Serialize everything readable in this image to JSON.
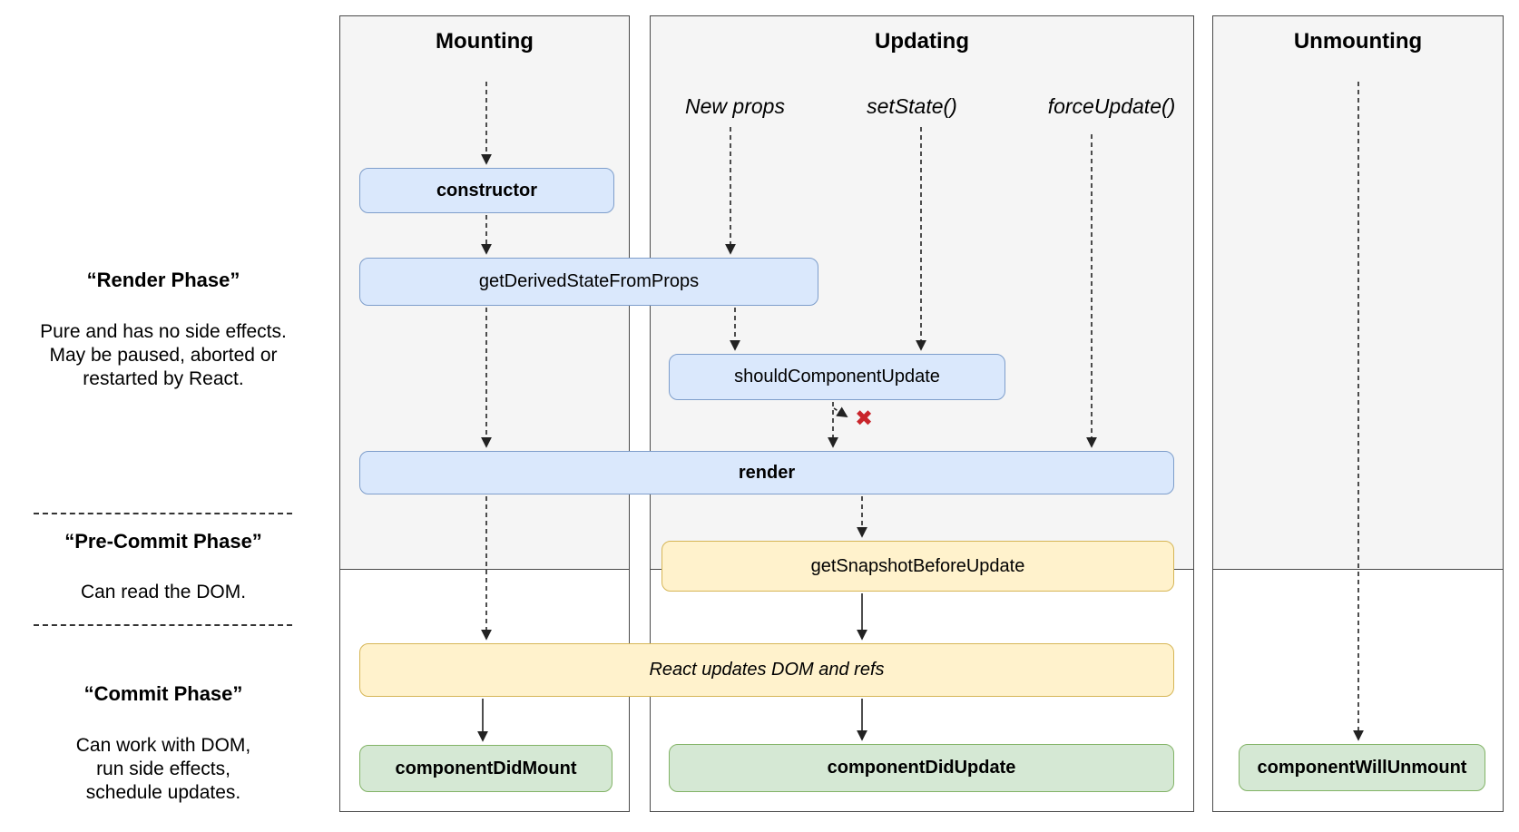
{
  "sidebar": {
    "render_phase": {
      "heading": "“Render Phase”",
      "line1": "Pure and has no side effects.",
      "line2": "May be paused, aborted or",
      "line3": "restarted by React."
    },
    "pre_commit_phase": {
      "heading": "“Pre-Commit Phase”",
      "line1": "Can read the DOM."
    },
    "commit_phase": {
      "heading": "“Commit Phase”",
      "line1": "Can work with DOM,",
      "line2": "run side effects,",
      "line3": "schedule updates."
    }
  },
  "columns": {
    "mounting": {
      "title": "Mounting"
    },
    "updating": {
      "title": "Updating",
      "triggers": {
        "new_props": "New props",
        "set_state": "setState()",
        "force_update": "forceUpdate()"
      }
    },
    "unmounting": {
      "title": "Unmounting"
    }
  },
  "nodes": {
    "constructor": {
      "label": "constructor"
    },
    "get_derived": {
      "label": "getDerivedStateFromProps"
    },
    "should_update": {
      "label": "shouldComponentUpdate"
    },
    "render": {
      "label": "render"
    },
    "get_snapshot": {
      "label": "getSnapshotBeforeUpdate"
    },
    "react_updates": {
      "label": "React updates DOM and refs"
    },
    "did_mount": {
      "label": "componentDidMount"
    },
    "did_update": {
      "label": "componentDidUpdate"
    },
    "will_unmount": {
      "label": "componentWillUnmount"
    }
  },
  "icons": {
    "update_blocked_x": "✖"
  },
  "colors": {
    "node_blue_fill": "#dae8fc",
    "node_blue_stroke": "#7e9ecb",
    "node_yellow_fill": "#fff2cc",
    "node_yellow_stroke": "#d6b656",
    "node_green_fill": "#d5e8d4",
    "node_green_stroke": "#82b366",
    "panel_gray_fill": "#f5f5f5",
    "panel_border": "#4a4a4a",
    "blocked_red": "#c9252b"
  }
}
